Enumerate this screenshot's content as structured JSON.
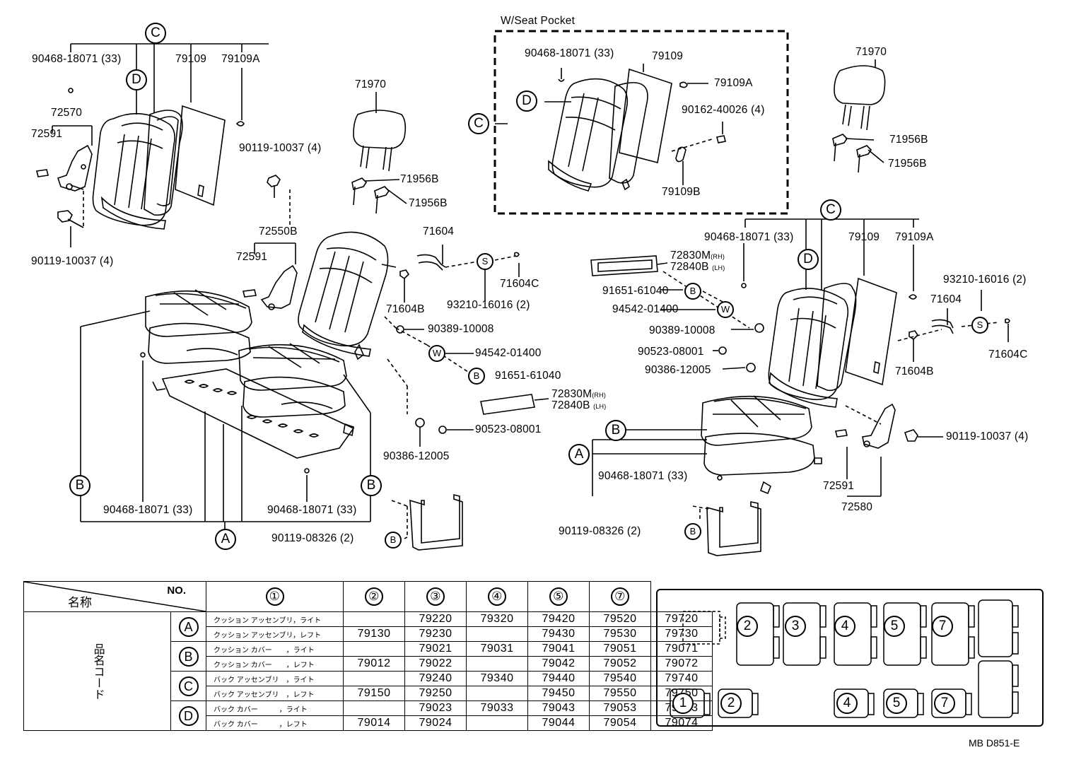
{
  "labels": {
    "seat_pocket_title": "W/Seat Pocket",
    "l_90468_c": "90468-18071 (33)",
    "l_79109_a": "79109",
    "l_79109A_a": "79109A",
    "l_72570": "72570",
    "l_72591_a": "72591",
    "l_90119_10037_a": "90119-10037 (4)",
    "l_90119_10037_b": "90119-10037 (4)",
    "l_71970_a": "71970",
    "l_71956B_a": "71956B",
    "l_71956B_b": "71956B",
    "l_72550B": "72550B",
    "l_72591_b": "72591",
    "l_71604_a": "71604",
    "l_71604C_a": "71604C",
    "l_71604B_a": "71604B",
    "l_93210_a": "93210-16016 (2)",
    "l_90389_a": "90389-10008",
    "l_94542_a": "94542-01400",
    "l_91651_a": "91651-61040",
    "l_72830M_a": "72830M",
    "l_72840B_a": "72840B",
    "rh": "(RH)",
    "lh": "(LH)",
    "l_90523_a": "90523-08001",
    "l_90386_a": "90386-12005",
    "l_90468_b1": "90468-18071 (33)",
    "l_90468_b2": "90468-18071 (33)",
    "l_90119_08326_a": "90119-08326 (2)",
    "p_90468": "90468-18071 (33)",
    "p_79109": "79109",
    "p_79109A": "79109A",
    "p_90162": "90162-40026 (4)",
    "p_79109B": "79109B",
    "l_71970_b": "71970",
    "l_71956B_c": "71956B",
    "l_71956B_d": "71956B",
    "l_90468_r": "90468-18071 (33)",
    "l_79109_b": "79109",
    "l_79109A_b": "79109A",
    "l_72830M_b": "72830M",
    "l_72840B_b": "72840B",
    "l_91651_b": "91651-61040",
    "l_94542_b": "94542-01400",
    "l_90389_b": "90389-10008",
    "l_90523_b": "90523-08001",
    "l_90386_b": "90386-12005",
    "l_93210_b": "93210-16016 (2)",
    "l_71604_b": "71604",
    "l_71604C_b": "71604C",
    "l_71604B_b": "71604B",
    "l_90119_10037_c": "90119-10037 (4)",
    "l_90468_a_r": "90468-18071 (33)",
    "l_72591_c": "72591",
    "l_72580": "72580",
    "l_90119_08326_b": "90119-08326 (2)",
    "code_ref": "MB D851-E"
  },
  "callouts": {
    "A": "A",
    "B": "B",
    "C": "C",
    "D": "D",
    "S": "S",
    "W": "W"
  },
  "table": {
    "header_no": "NO.",
    "header_name": "名称",
    "side_label": "品名コード",
    "columns": [
      "①",
      "②",
      "③",
      "④",
      "⑤",
      "⑦"
    ],
    "rows": [
      {
        "cat": "A",
        "name": "クッション アッセンブリ，ライト",
        "values": [
          "",
          "79220",
          "79320",
          "79420",
          "79520",
          "79720"
        ]
      },
      {
        "cat": "",
        "name": "クッション アッセンブリ，レフト",
        "values": [
          "79130",
          "79230",
          "",
          "79430",
          "79530",
          "79730"
        ]
      },
      {
        "cat": "B",
        "name": "クッション カバー　　，ライト",
        "values": [
          "",
          "79021",
          "79031",
          "79041",
          "79051",
          "79071"
        ]
      },
      {
        "cat": "",
        "name": "クッション カバー　　，レフト",
        "values": [
          "79012",
          "79022",
          "",
          "79042",
          "79052",
          "79072"
        ]
      },
      {
        "cat": "C",
        "name": "バック アッセンブリ　，ライト",
        "values": [
          "",
          "79240",
          "79340",
          "79440",
          "79540",
          "79740"
        ]
      },
      {
        "cat": "",
        "name": "バック アッセンブリ　，レフト",
        "values": [
          "79150",
          "79250",
          "",
          "79450",
          "79550",
          "79750"
        ]
      },
      {
        "cat": "D",
        "name": "バック カバー　　　，ライト",
        "values": [
          "",
          "79023",
          "79033",
          "79043",
          "79053",
          "79073"
        ]
      },
      {
        "cat": "",
        "name": "バック カバー　　　，レフト",
        "values": [
          "79014",
          "79024",
          "",
          "79044",
          "79054",
          "79074"
        ]
      }
    ]
  },
  "seat_layout": {
    "top_row": [
      "2",
      "3",
      "4",
      "5",
      "7"
    ],
    "bottom_row": [
      "1",
      "2",
      "4",
      "5",
      "7"
    ]
  }
}
